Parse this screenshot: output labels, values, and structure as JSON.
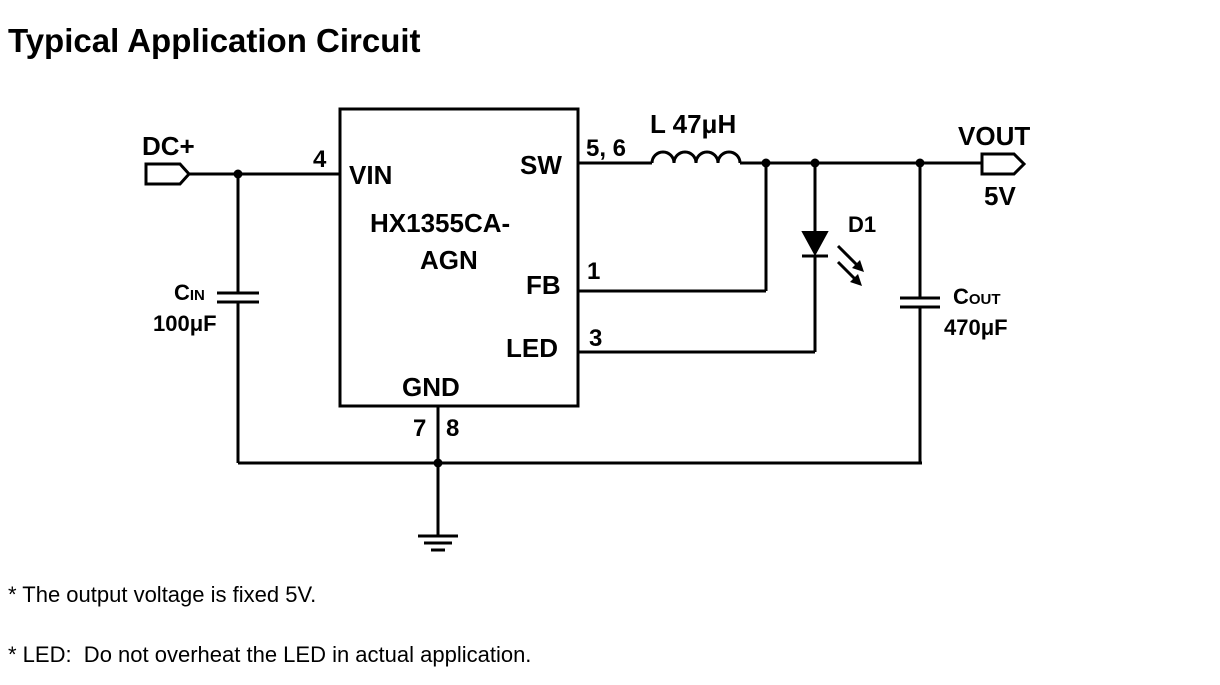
{
  "title": "Typical Application Circuit",
  "schematic": {
    "input_label": "DC+",
    "output_label": "VOUT",
    "output_voltage": "5V",
    "ic": {
      "name_line1": "HX1355CA-",
      "name_line2": "AGN",
      "pins": {
        "vin": "VIN",
        "sw": "SW",
        "fb": "FB",
        "led": "LED",
        "gnd": "GND"
      },
      "pin_numbers": {
        "vin": "4",
        "sw": "5, 6",
        "fb": "1",
        "led": "3",
        "gnd_left": "7",
        "gnd_right": "8"
      }
    },
    "inductor_label": "L 47μH",
    "diode_label": "D1",
    "cin": {
      "symbol": "C",
      "subscript": "IN",
      "value": "100μF"
    },
    "cout": {
      "symbol": "C",
      "subscript": "OUT",
      "value": "470μF"
    }
  },
  "notes": [
    "* The output voltage is fixed 5V.",
    "* LED:  Do not overheat the LED in actual application."
  ]
}
